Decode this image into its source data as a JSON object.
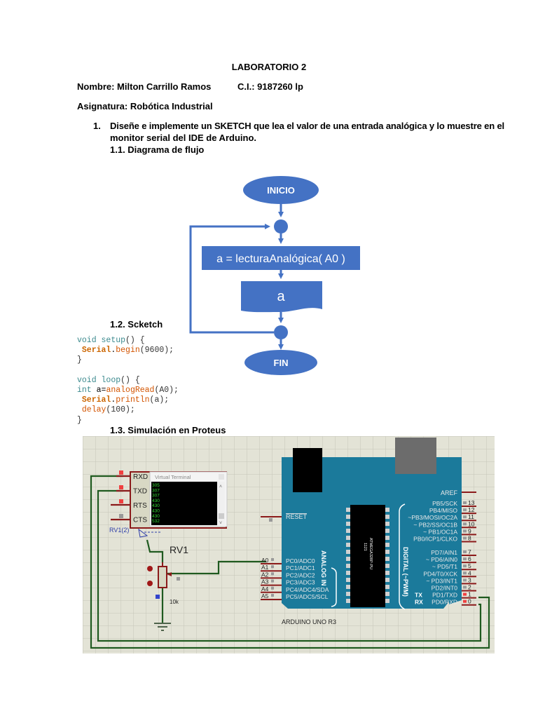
{
  "document": {
    "title": "LABORATORIO 2",
    "name_label": "Nombre: Milton Carrillo Ramos",
    "ci_label": "C.I.: 9187260 lp",
    "subject_label": "Asignatura: Robótica Industrial",
    "item1_number": "1.",
    "item1_line1": "Diseñe e implemente un SKETCH que lea el valor de una entrada analógica y lo muestre en el",
    "item1_line2": "monitor serial del IDE de Arduino.",
    "section_1_1": "1.1. Diagrama de flujo",
    "section_1_2": "1.2. Scketch",
    "section_1_3": "1.3. Simulación en Proteus"
  },
  "flowchart": {
    "color": "#4472c4",
    "start": "INICIO",
    "process": "a = lecturaAnalógica( A0 )",
    "output": "a",
    "end": "FIN"
  },
  "code": {
    "lines": [
      [
        {
          "t": "void",
          "c": "kw"
        },
        {
          "t": " "
        },
        {
          "t": "setup",
          "c": "kw"
        },
        {
          "t": "() {",
          "c": "pn"
        }
      ],
      [
        {
          "t": " "
        },
        {
          "t": "Serial",
          "c": "cls"
        },
        {
          "t": "."
        },
        {
          "t": "begin",
          "c": "fn"
        },
        {
          "t": "(9600);",
          "c": "pn"
        }
      ],
      [
        {
          "t": "}",
          "c": "pn"
        }
      ],
      [
        {
          "t": ""
        }
      ],
      [
        {
          "t": "void",
          "c": "kw"
        },
        {
          "t": " "
        },
        {
          "t": "loop",
          "c": "kw"
        },
        {
          "t": "() {",
          "c": "pn"
        }
      ],
      [
        {
          "t": "int",
          "c": "kw"
        },
        {
          "t": " a="
        },
        {
          "t": "analogRead",
          "c": "fn"
        },
        {
          "t": "(A0);",
          "c": "pn"
        }
      ],
      [
        {
          "t": " "
        },
        {
          "t": "Serial",
          "c": "cls"
        },
        {
          "t": "."
        },
        {
          "t": "println",
          "c": "fn"
        },
        {
          "t": "(a);",
          "c": "pn"
        }
      ],
      [
        {
          "t": " "
        },
        {
          "t": "delay",
          "c": "fn"
        },
        {
          "t": "(100);",
          "c": "pn"
        }
      ],
      [
        {
          "t": "}",
          "c": "pn"
        }
      ]
    ]
  },
  "proteus": {
    "terminal": {
      "title": "Virtual Terminal",
      "pins": [
        "RXD",
        "TXD",
        "RTS",
        "CTS"
      ],
      "output_lines": [
        "305",
        "307",
        "307",
        "430",
        "430",
        "430",
        "430",
        "532"
      ]
    },
    "probe_label": "RV1(2)",
    "pot": {
      "name": "RV1",
      "value": "10k"
    },
    "board": {
      "name": "ARDUINO UNO R3",
      "chip": "ATMEGA328P-PU",
      "chip_code": "1121",
      "color": "#1b7a9b",
      "reset_label": "RESET",
      "aref_label": "AREF",
      "analog_header": "ANALOG IN",
      "digital_header": "DIGITAL (~PWM)",
      "analog_pins": [
        {
          "ext": "A0",
          "label": "PC0/ADC0"
        },
        {
          "ext": "A1",
          "label": "PC1/ADC1"
        },
        {
          "ext": "A2",
          "label": "PC2/ADC2"
        },
        {
          "ext": "A3",
          "label": "PC3/ADC3"
        },
        {
          "ext": "A4",
          "label": "PC4/ADC4/SDA"
        },
        {
          "ext": "A5",
          "label": "PC5/ADC5/SCL"
        }
      ],
      "digital_pins_b": [
        {
          "num": "13",
          "label": "PB5/SCK"
        },
        {
          "num": "12",
          "label": "PB4/MISO"
        },
        {
          "num": "11",
          "label": "~PB3/MOSI/OC2A"
        },
        {
          "num": "10",
          "label": "~ PB2/SS/OC1B"
        },
        {
          "num": "9",
          "label": "~ PB1/OC1A"
        },
        {
          "num": "8",
          "label": "PB0/ICP1/CLKO"
        }
      ],
      "digital_pins_d": [
        {
          "num": "7",
          "label": "PD7/AIN1"
        },
        {
          "num": "6",
          "label": "~ PD6/AIN0"
        },
        {
          "num": "5",
          "label": "~   PD5/T1"
        },
        {
          "num": "4",
          "label": "PD4/T0/XCK"
        },
        {
          "num": "3",
          "label": "~ PD3/INT1"
        },
        {
          "num": "2",
          "label": "PD2/INT0"
        },
        {
          "num": "1",
          "label": "PD1/TXD",
          "tag": "TX"
        },
        {
          "num": "0",
          "label": "PD0/RXD",
          "tag": "RX"
        }
      ]
    }
  }
}
